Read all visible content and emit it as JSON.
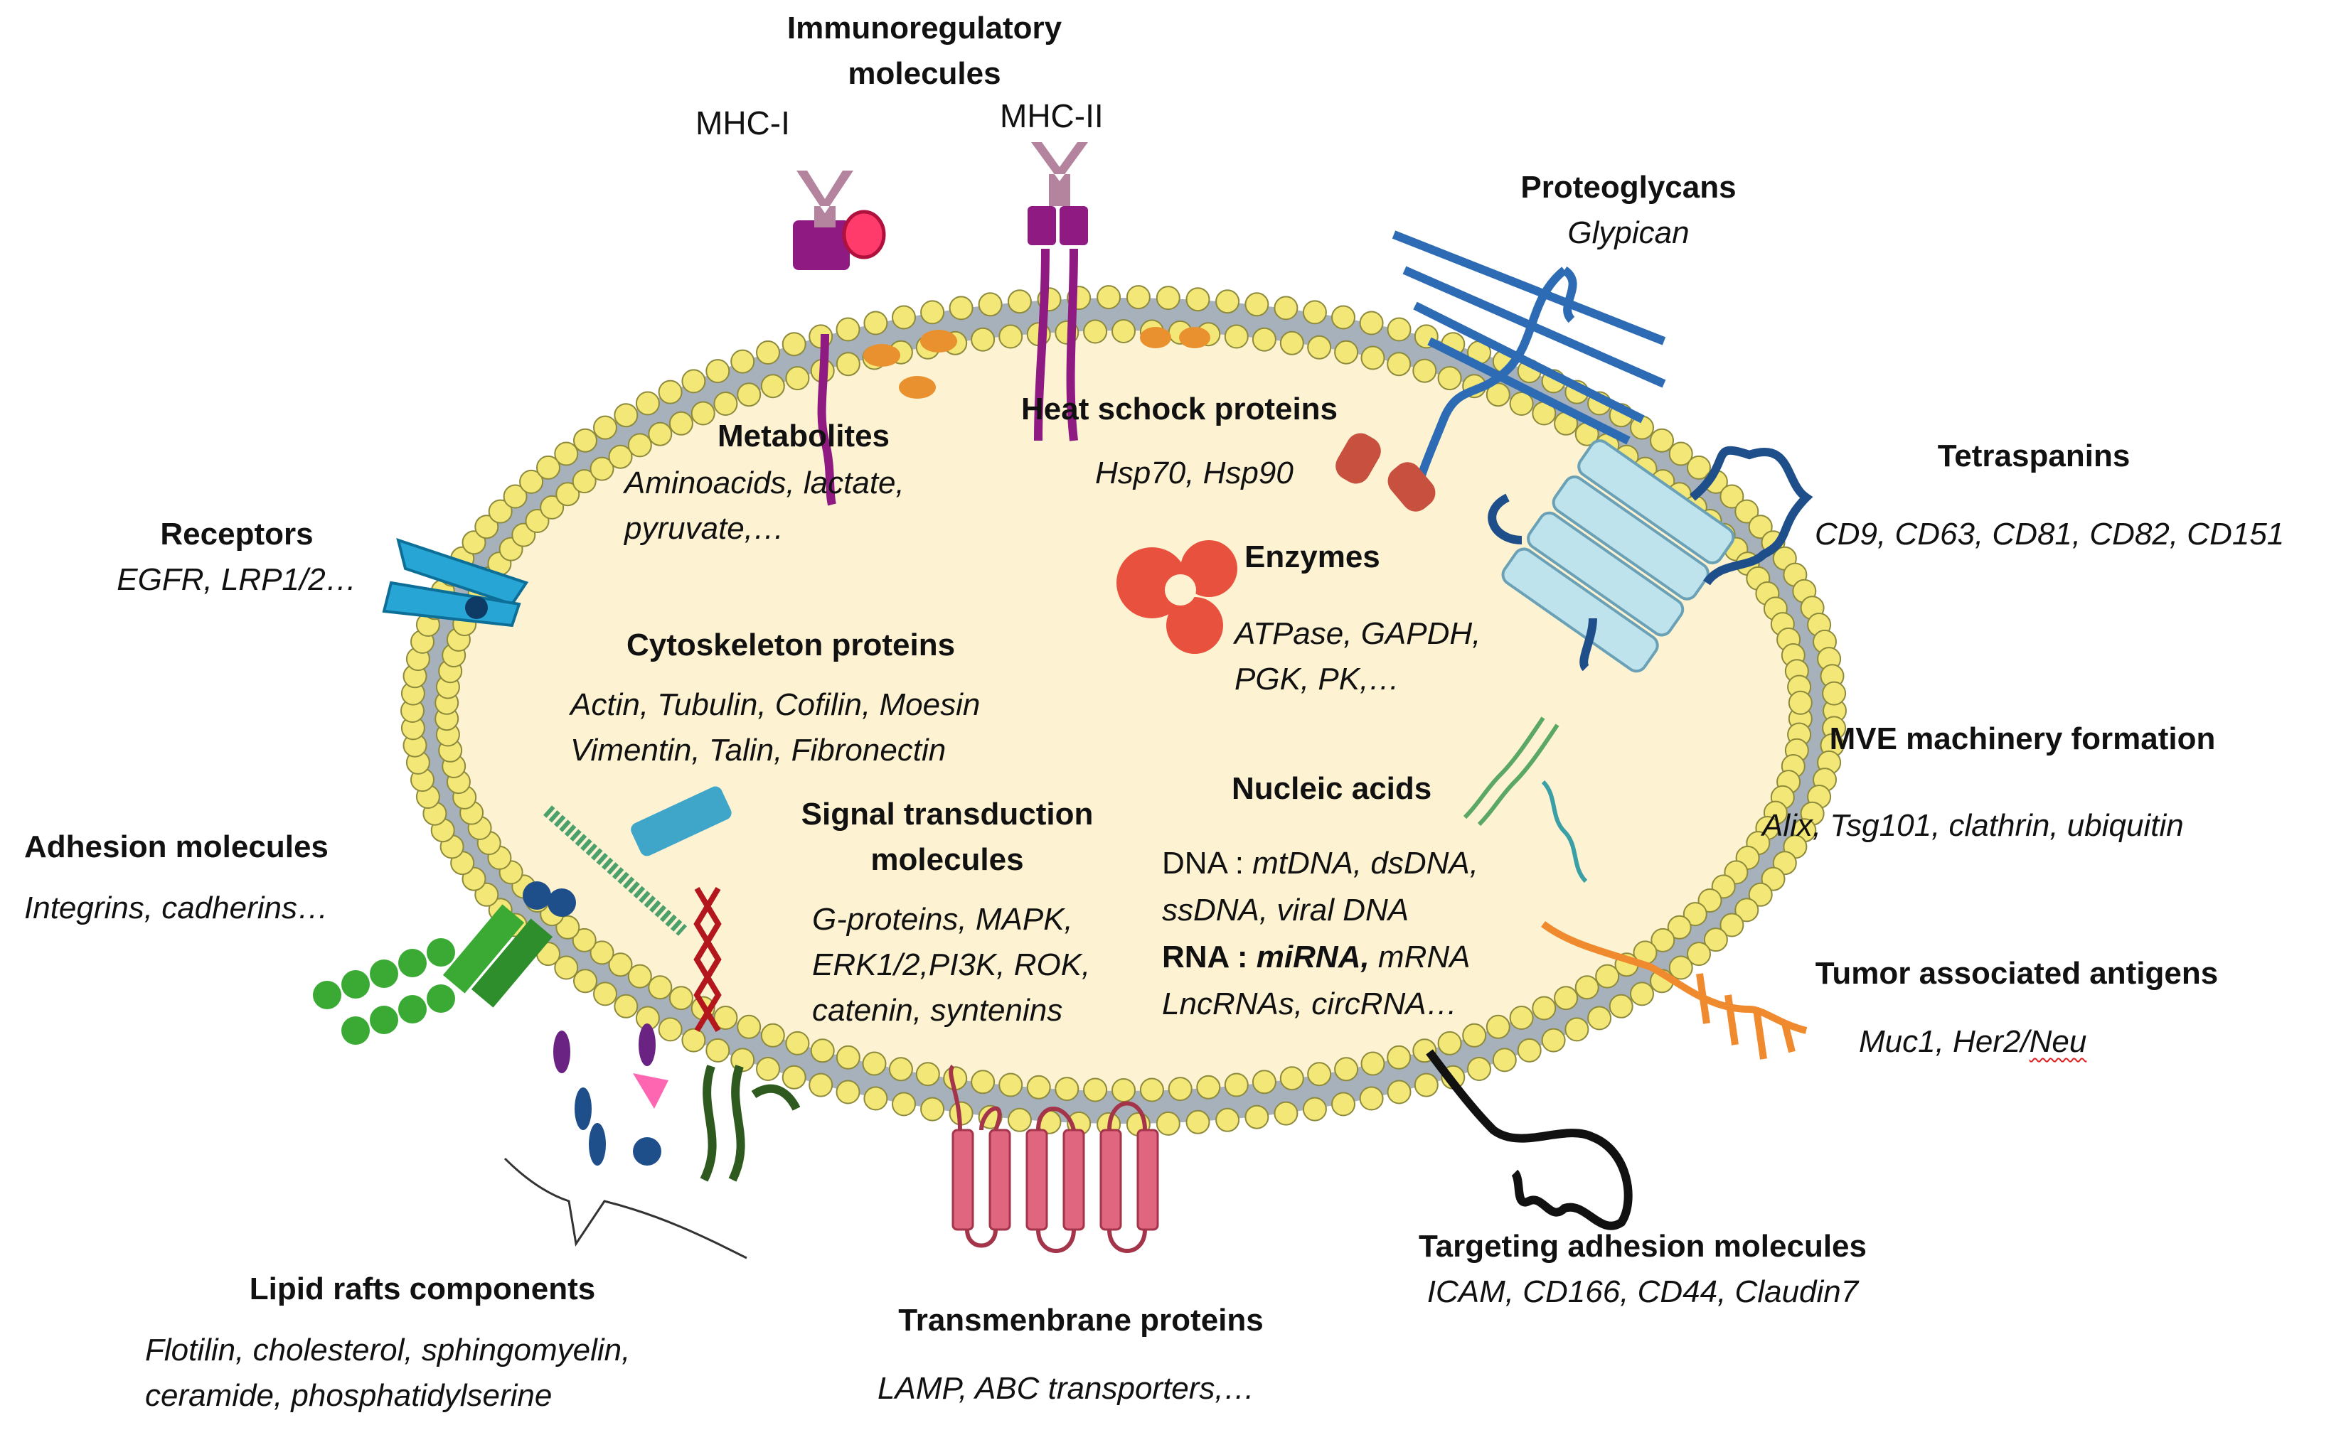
{
  "diagram": {
    "immunoregulatory": {
      "title_line1": "Immunoregulatory",
      "title_line2": "molecules",
      "mhc1": "MHC-I",
      "mhc2": "MHC-II"
    },
    "proteoglycans": {
      "title": "Proteoglycans",
      "sub": "Glypican"
    },
    "metabolites": {
      "title": "Metabolites",
      "line1": "Aminoacids, lactate,",
      "line2": "pyruvate,…"
    },
    "heat_shock": {
      "title": "Heat schock proteins",
      "sub": "Hsp70, Hsp90"
    },
    "tetraspanins": {
      "title": "Tetraspanins",
      "sub": "CD9, CD63, CD81, CD82, CD151"
    },
    "receptors": {
      "title": "Receptors",
      "sub": "EGFR, LRP1/2…"
    },
    "enzymes": {
      "title": "Enzymes",
      "line1": "ATPase, GAPDH,",
      "line2": "PGK, PK,…"
    },
    "cytoskeleton": {
      "title": "Cytoskeleton proteins",
      "line1": "Actin, Tubulin, Cofilin, Moesin",
      "line2": "Vimentin, Talin, Fibronectin"
    },
    "mve": {
      "title": "MVE machinery formation",
      "sub": "Alix, Tsg101, clathrin, ubiquitin"
    },
    "nucleic_acids": {
      "title": "Nucleic acids",
      "dna_label": "DNA : ",
      "dna_types1": "mtDNA, dsDNA,",
      "dna_types2": "ssDNA, viral DNA",
      "rna_label": "RNA : ",
      "rna_bold": "miRNA,",
      "rna_rest": " mRNA",
      "rna_line2": "LncRNAs, circRNA…"
    },
    "signal": {
      "title_line1": "Signal transduction",
      "title_line2": "molecules",
      "line1": "G-proteins, MAPK,",
      "line2": "ERK1/2,PI3K, ROK,",
      "line3": "catenin, syntenins"
    },
    "adhesion": {
      "title": "Adhesion molecules",
      "sub": "Integrins, cadherins…"
    },
    "tumor": {
      "title": "Tumor associated antigens",
      "sub_a": "Muc1, Her2/",
      "sub_b": "Neu"
    },
    "targeting": {
      "title": "Targeting adhesion molecules",
      "sub": "ICAM, CD166, CD44, Claudin7"
    },
    "lipid_rafts": {
      "title": "Lipid rafts components",
      "line1": "Flotilin, cholesterol, sphingomyelin,",
      "line2": "ceramide, phosphatidylserine"
    },
    "transmembrane": {
      "title": "Transmenbrane proteins",
      "sub": "LAMP, ABC transporters,…"
    }
  },
  "colors": {
    "vesicle_fill": "#fdf3d3",
    "lipid_head": "#f3e777",
    "lipid_tail": "#9aa6b2",
    "mhc": "#9a3f8c",
    "mhc_head": "#b4849e",
    "proteoglycan": "#2d6cb4",
    "tetraspanin": "#bfe3ec",
    "receptor": "#27a6d6",
    "enzyme": "#e8513d",
    "hsp": "#c8503f",
    "metabolite": "#e9912e",
    "integrin": "#3aaa35",
    "transmembrane": "#e0667f",
    "tumor_antigen": "#f08a2e",
    "targeting": "#111111"
  }
}
